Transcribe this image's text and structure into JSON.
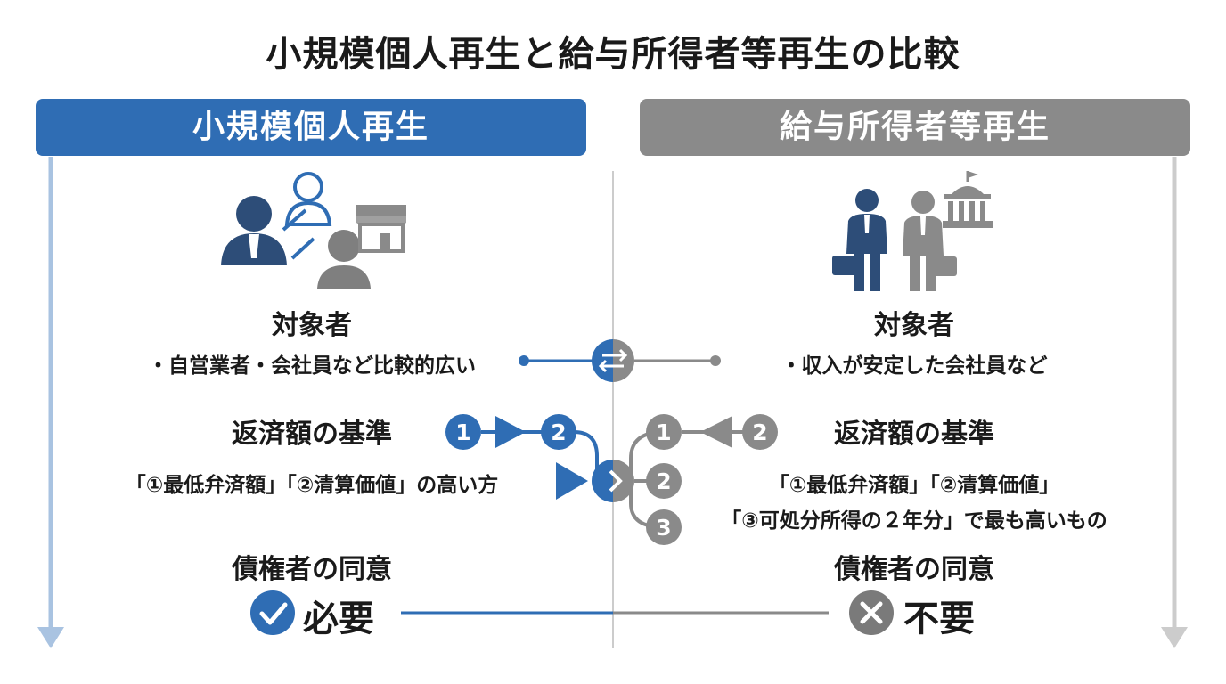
{
  "title": "小規模個人再生と給与所得者等再生の比較",
  "left": {
    "header": "小規模個人再生",
    "target_label": "対象者",
    "target_text": "・自営業者・会社員など比較的広い",
    "criteria_label": "返済額の基準",
    "criteria_text": "「①最低弁済額」「②清算価値」の高い方",
    "criteria_steps": [
      "1",
      "2"
    ],
    "consent_label": "債権者の同意",
    "consent_value": "必要",
    "color": "#2f6db4"
  },
  "right": {
    "header": "給与所得者等再生",
    "target_label": "対象者",
    "target_text": "・収入が安定した会社員など",
    "criteria_label": "返済額の基準",
    "criteria_text_1": "「①最低弁済額」「②清算価値」",
    "criteria_text_2": "「③可処分所得の２年分」で最も高いもの",
    "criteria_steps": [
      "1",
      "2",
      "2",
      "3"
    ],
    "consent_label": "債権者の同意",
    "consent_value": "不要",
    "color": "#8a8a8a"
  },
  "icons": {
    "left_people": "people-shop-icon",
    "right_people": "salarymen-government-icon",
    "exchange": "exchange-arrows-icon",
    "check": "check-circle-icon",
    "cross": "cross-circle-icon"
  }
}
